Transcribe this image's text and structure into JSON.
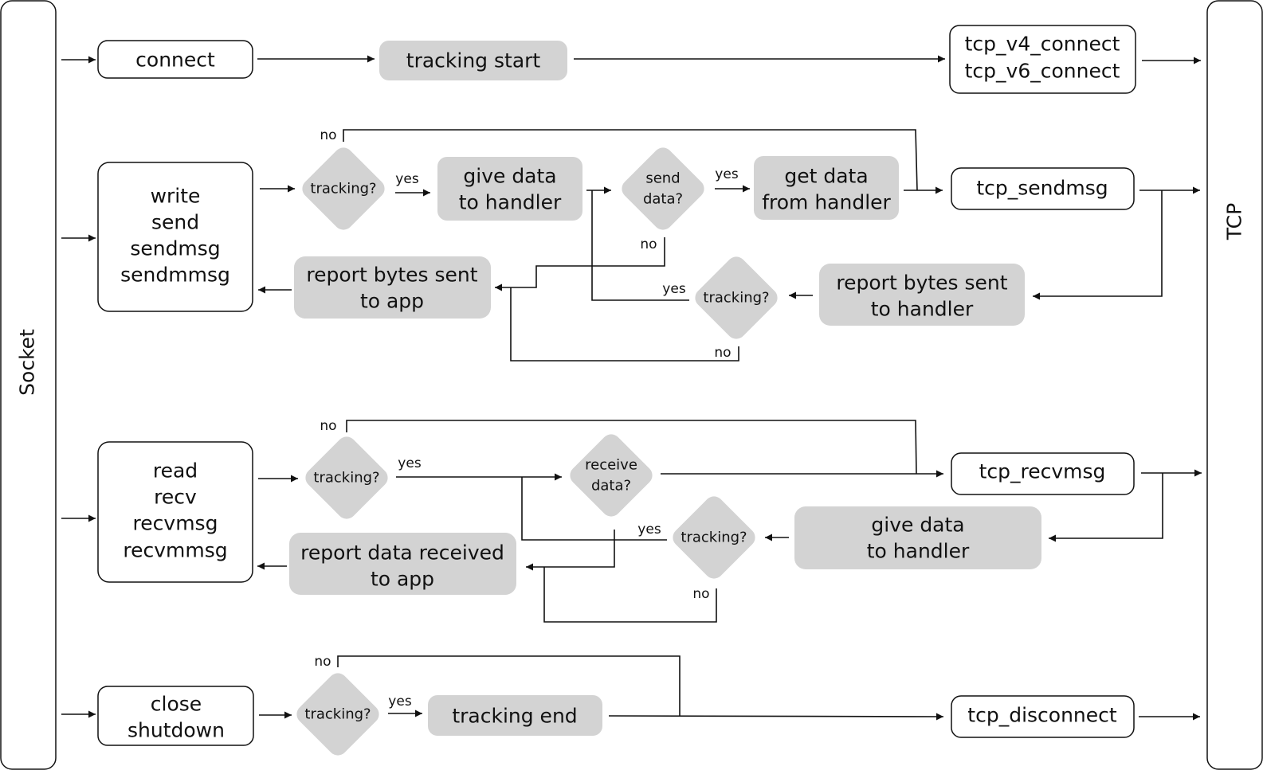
{
  "socket_label": "Socket",
  "tcp_label": "TCP",
  "connect_row": {
    "syscall": "connect",
    "tracking_start": "tracking start",
    "kernel_fn": [
      "tcp_v4_connect",
      "tcp_v6_connect"
    ]
  },
  "send_row": {
    "syscalls": [
      "write",
      "send",
      "sendmsg",
      "sendmmsg"
    ],
    "tracking_q1": "tracking?",
    "give_data": [
      "give data",
      "to handler"
    ],
    "send_data_q": [
      "send",
      "data?"
    ],
    "get_data": [
      "get data",
      "from handler"
    ],
    "kernel_fn": "tcp_sendmsg",
    "report_handler": [
      "report bytes sent",
      "to handler"
    ],
    "tracking_q2": "tracking?",
    "report_app": [
      "report bytes sent",
      "to app"
    ]
  },
  "recv_row": {
    "syscalls": [
      "read",
      "recv",
      "recvmsg",
      "recvmmsg"
    ],
    "tracking_q1": "tracking?",
    "receive_data_q": [
      "receive",
      "data?"
    ],
    "kernel_fn": "tcp_recvmsg",
    "give_data": [
      "give data",
      "to handler"
    ],
    "tracking_q2": "tracking?",
    "report_app": [
      "report data received",
      "to app"
    ]
  },
  "close_row": {
    "syscalls": [
      "close",
      "shutdown"
    ],
    "tracking_q": "tracking?",
    "tracking_end": "tracking end",
    "kernel_fn": "tcp_disconnect"
  },
  "edge_labels": {
    "yes": "yes",
    "no": "no"
  }
}
